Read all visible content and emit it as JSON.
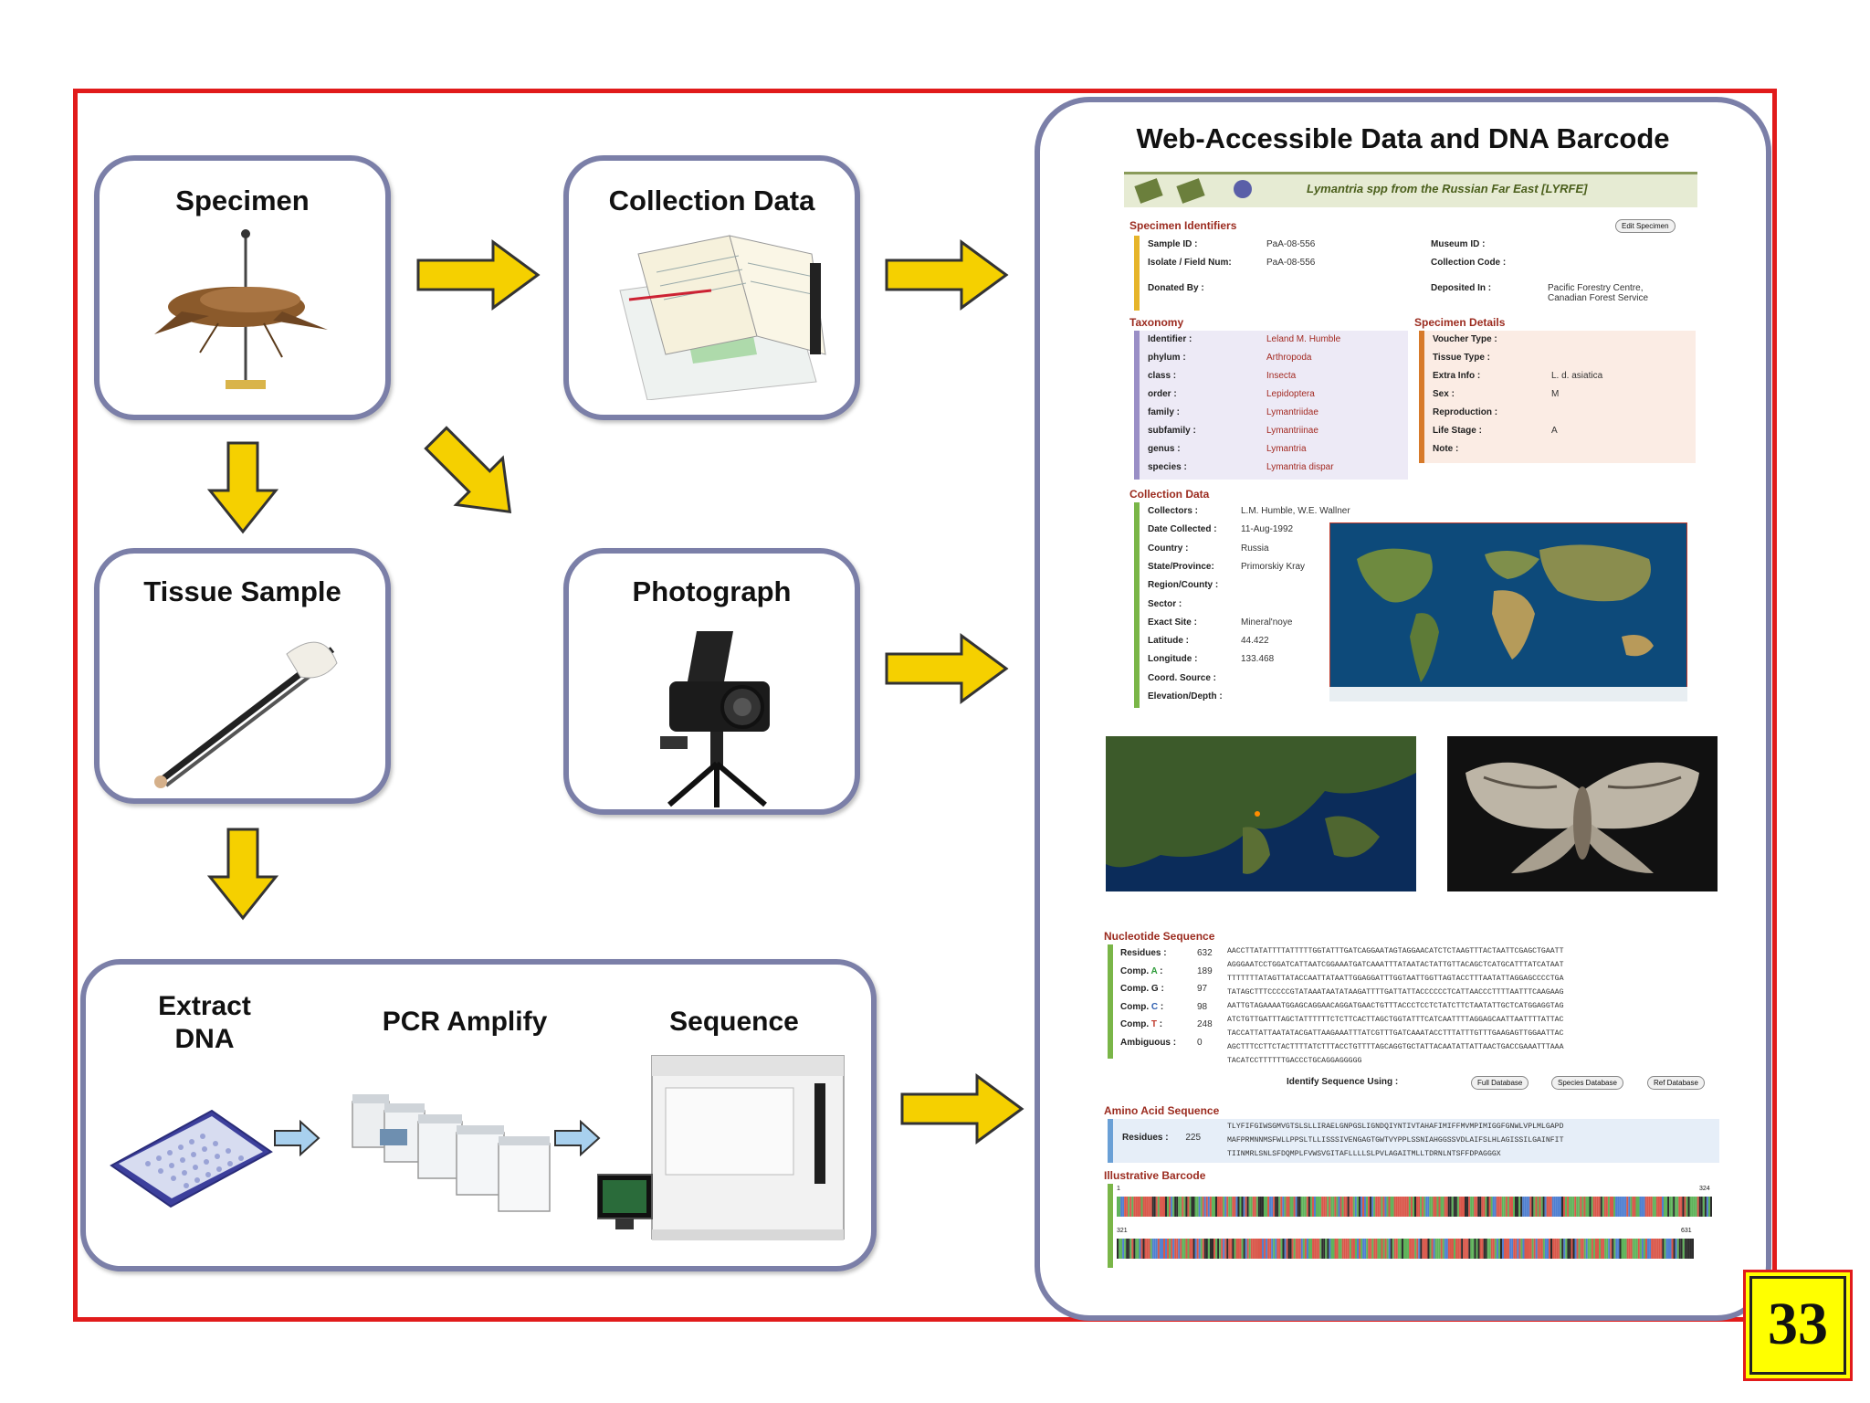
{
  "boxes": {
    "specimen": "Specimen",
    "collection": "Collection Data",
    "tissue": "Tissue Sample",
    "photograph": "Photograph",
    "extract": "Extract DNA",
    "pcr": "PCR Amplify",
    "sequence": "Sequence"
  },
  "web": {
    "title": "Web-Accessible Data and DNA Barcode",
    "banner": "Lymantria spp from the Russian Far East [LYRFE]",
    "edit_button": "Edit Specimen",
    "specimen_identifiers": {
      "title": "Specimen Identifiers",
      "rows": [
        {
          "label": "Sample ID :",
          "value": "PaA-08-556",
          "label2": "Museum ID :",
          "value2": ""
        },
        {
          "label": "Isolate / Field Num:",
          "value": "PaA-08-556",
          "label2": "Collection Code :",
          "value2": ""
        },
        {
          "label": "Donated By :",
          "value": "",
          "label2": "Deposited In :",
          "value2": "Pacific Forestry Centre, Canadian Forest Service"
        }
      ]
    },
    "taxonomy": {
      "title": "Taxonomy",
      "rows": [
        {
          "label": "Identifier :",
          "value": "Leland M. Humble"
        },
        {
          "label": "phylum :",
          "value": "Arthropoda"
        },
        {
          "label": "class :",
          "value": "Insecta"
        },
        {
          "label": "order :",
          "value": "Lepidoptera"
        },
        {
          "label": "family :",
          "value": "Lymantriidae"
        },
        {
          "label": "subfamily :",
          "value": "Lymantriinae"
        },
        {
          "label": "genus :",
          "value": "Lymantria"
        },
        {
          "label": "species :",
          "value": "Lymantria dispar"
        }
      ]
    },
    "specimen_details": {
      "title": "Specimen Details",
      "rows": [
        {
          "label": "Voucher Type :",
          "value": ""
        },
        {
          "label": "Tissue Type :",
          "value": ""
        },
        {
          "label": "Extra Info :",
          "value": "L. d. asiatica"
        },
        {
          "label": "Sex :",
          "value": "M"
        },
        {
          "label": "Reproduction :",
          "value": ""
        },
        {
          "label": "Life Stage :",
          "value": "A"
        },
        {
          "label": "Note :",
          "value": ""
        }
      ]
    },
    "collection_data": {
      "title": "Collection Data",
      "rows": [
        {
          "label": "Collectors :",
          "value": "L.M. Humble, W.E. Wallner"
        },
        {
          "label": "Date Collected :",
          "value": "11-Aug-1992"
        },
        {
          "label": "Country :",
          "value": "Russia"
        },
        {
          "label": "State/Province:",
          "value": "Primorskiy Kray"
        },
        {
          "label": "Region/County :",
          "value": ""
        },
        {
          "label": "Sector :",
          "value": ""
        },
        {
          "label": "Exact Site :",
          "value": "Mineral'noye"
        },
        {
          "label": "Latitude :",
          "value": "44.422"
        },
        {
          "label": "Longitude :",
          "value": "133.468"
        },
        {
          "label": "Coord. Source :",
          "value": ""
        },
        {
          "label": "Elevation/Depth :",
          "value": ""
        }
      ]
    },
    "nucleotide": {
      "title": "Nucleotide Sequence",
      "rows": [
        {
          "label": "Residues :",
          "value": "632"
        },
        {
          "label": "Comp. A :",
          "value": "189"
        },
        {
          "label": "Comp. G :",
          "value": "97"
        },
        {
          "label": "Comp. C :",
          "value": "98"
        },
        {
          "label": "Comp. T :",
          "value": "248"
        },
        {
          "label": "Ambiguous :",
          "value": "0"
        }
      ],
      "sequence": [
        "AACCTTATATTTTATTTTTGGTATTTGATCAGGAATAGTAGGAACATCTCTAAGTTTACTAATTCGAGCTGAATT",
        "AGGGAATCCTGGATCATTAATCGGAAATGATCAAATTTATAATACTATTGTTACAGCTCATGCATTTATCATAAT",
        "TTTTTTTATAGTTATACCAATTATAATTGGAGGATTTGGTAATTGGTTAGTACCTTTAATATTAGGAGCCCCTGA",
        "TATAGCTTTCCCCCGTATAAATAATATAAGATTTTGATTATTACCCCCCTCATTAACCCTTTTAATTTCAAGAAG",
        "AATTGTAGAAAATGGAGCAGGAACAGGATGAACTGTTTACCCTCCTCTATCTTCTAATATTGCTCATGGAGGTAG",
        "ATCTGTTGATTTAGCTATTTTTTCTCTTCACTTAGCTGGTATTTCATCAATTTTAGGAGCAATTAATTTTATTAC",
        "TACCATTATTAATATACGATTAAGAAATTTATCGTTTGATCAAATACCTTTATTTGTTTGAAGAGTTGGAATTAC",
        "AGCTTTCCTTCTACTTTTATCTTTACCTGTTTTAGCAGGTGCTATTACAATATTATTAACTGACCGAAATTTAAA",
        "TACATCCTTTTTTGACCCTGCAGGAGGGGG"
      ],
      "identify_label": "Identify Sequence Using :",
      "buttons": [
        "Full Database",
        "Species Database",
        "Ref Database"
      ]
    },
    "amino": {
      "title": "Amino Acid Sequence",
      "label": "Residues :",
      "value": "225",
      "sequence": [
        "TLYFIFGIWSGMVGTSLSLLIRAELGNPGSLIGNDQIYNTIVTAHAFIMIFFMVMPIMIGGFGNWLVPLMLGAPD",
        "MAFPRMNNMSFWLLPPSLTLLISSSIVENGAGTGWTVYPPLSSNIAHGGSSVDLAIFSLHLAGISSILGAINFIT",
        "TIINMRLSNLSFDQMPLFVWSVGITAFLLLLSLPVLAGAITMLLTDRNLNTSFFDPAGGGX"
      ]
    },
    "barcode": {
      "title": "Illustrative Barcode",
      "tick_start_1": "1",
      "tick_end_1": "324",
      "tick_start_2": "321",
      "tick_end_2": "631"
    }
  },
  "badge": "33",
  "colors": {
    "frame_red": "#e11b1b",
    "box_border": "#7b7fa8",
    "arrow_yellow": "#f5d000",
    "arrow_blue": "#a8d0ee",
    "badge_yellow": "#ffff00"
  }
}
